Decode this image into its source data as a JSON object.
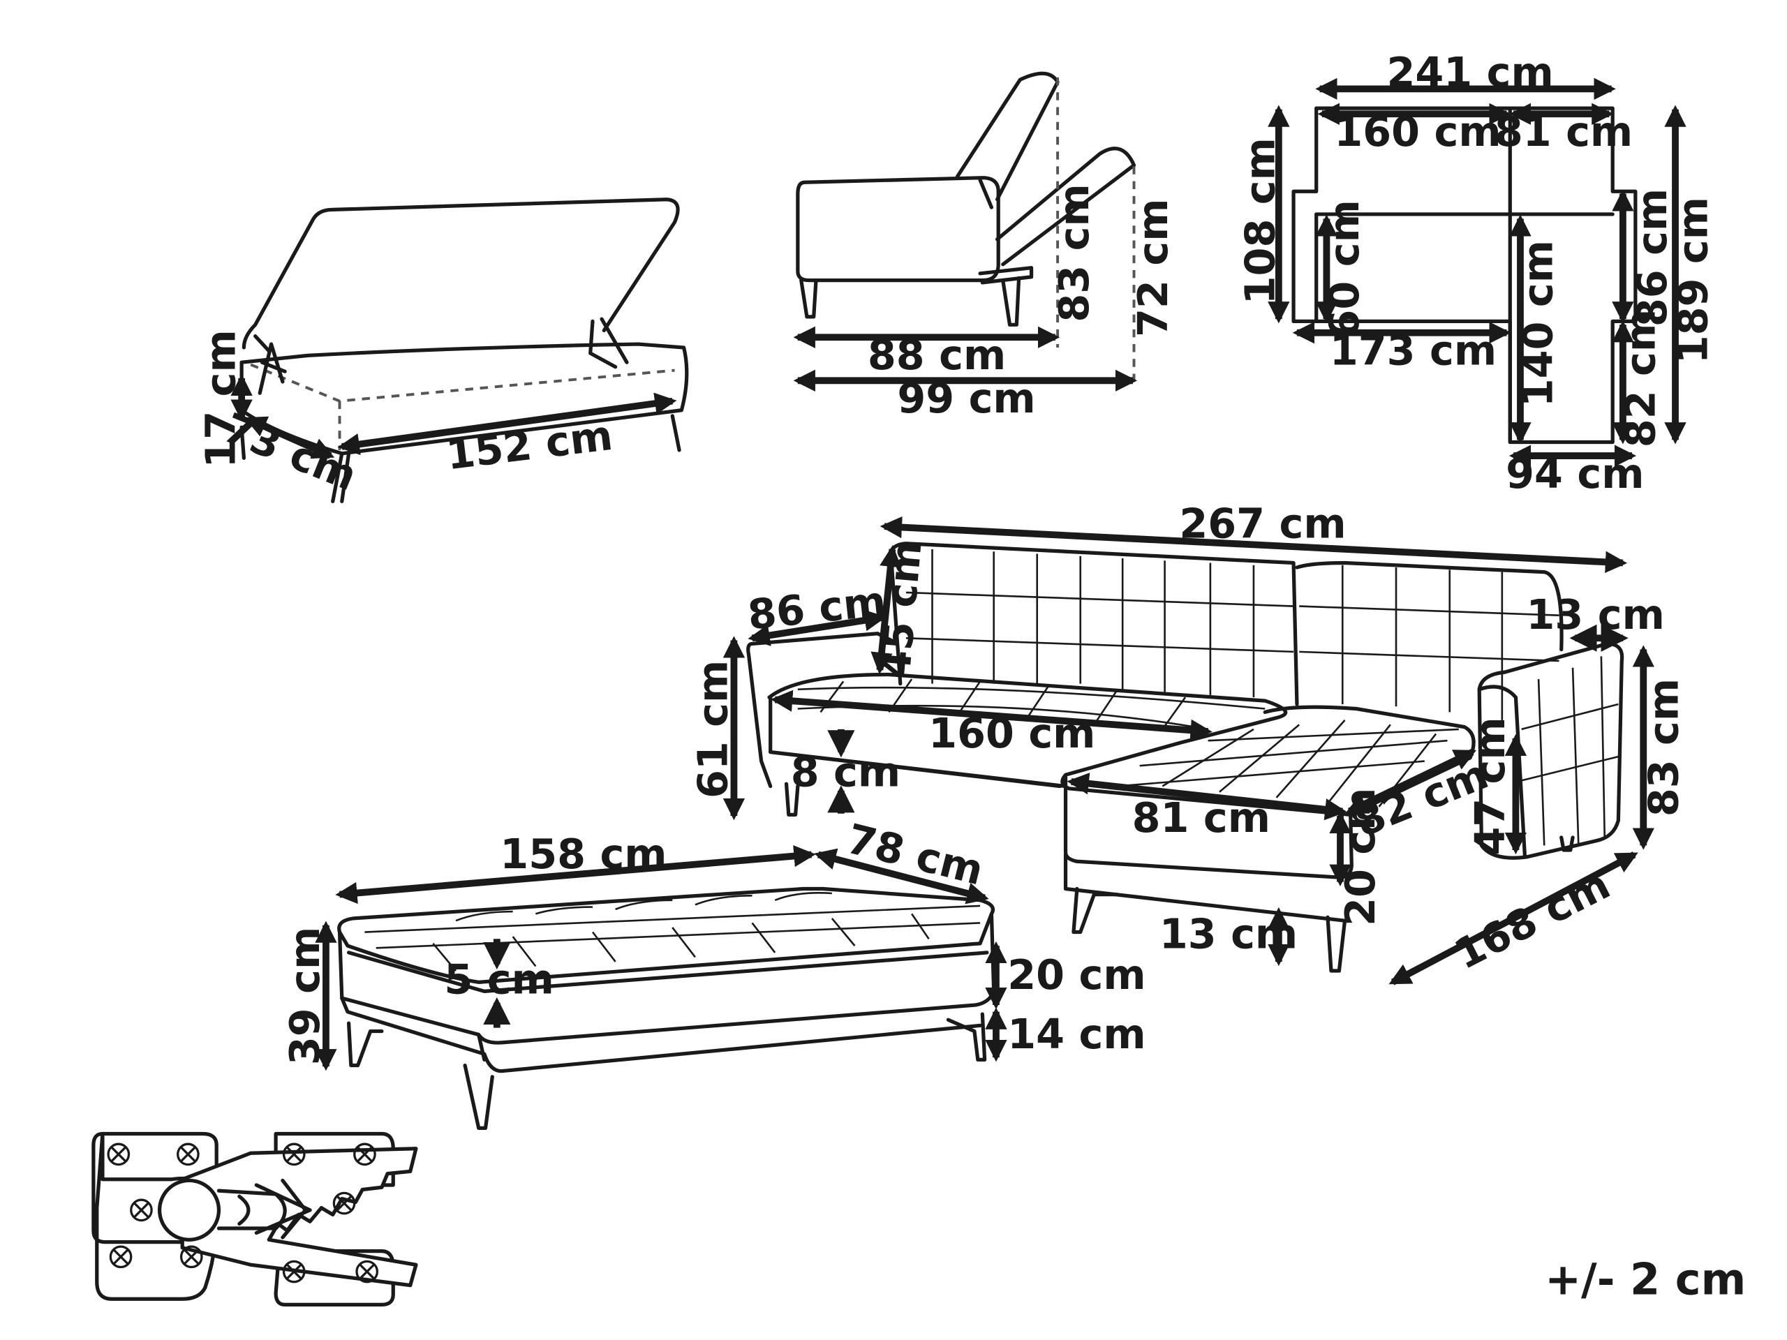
{
  "storage_ottoman": {
    "height": "17 cm",
    "depth": "73 cm",
    "length": "152 cm"
  },
  "side_profile": {
    "seat_depth": "88 cm",
    "total_depth": "99 cm",
    "reclined_height": "83 cm",
    "seat_height": "72 cm"
  },
  "top_view": {
    "overall_width": "241 cm",
    "sofa_section": "160 cm",
    "chaise_section": "81 cm",
    "sofa_depth": "108 cm",
    "seat_depth": "60 cm",
    "base_width": "173 cm",
    "chaise_length": "140 cm",
    "backrest_depth": "86 cm",
    "chaise_depth": "82 cm",
    "chaise_width": "94 cm",
    "total_length": "189 cm"
  },
  "sofa_perspective": {
    "overall_width": "267 cm",
    "armrest_depth": "86 cm",
    "backrest_height": "45 cm",
    "armrest_width": "13 cm",
    "armrest_height": "61 cm",
    "seat_width": "160 cm",
    "cushion_thickness": "8 cm",
    "chaise_width": "81 cm",
    "chaise_depth": "82 cm",
    "arm_height": "47 cm",
    "total_height": "83 cm",
    "seat_base": "20 cm",
    "leg_height": "13 cm",
    "chaise_length": "168 cm"
  },
  "ottoman_perspective": {
    "length": "158 cm",
    "width": "78 cm",
    "height": "39 cm",
    "cushion": "5 cm",
    "base": "20 cm",
    "legs": "14 cm"
  },
  "tolerance": "+/- 2 cm"
}
